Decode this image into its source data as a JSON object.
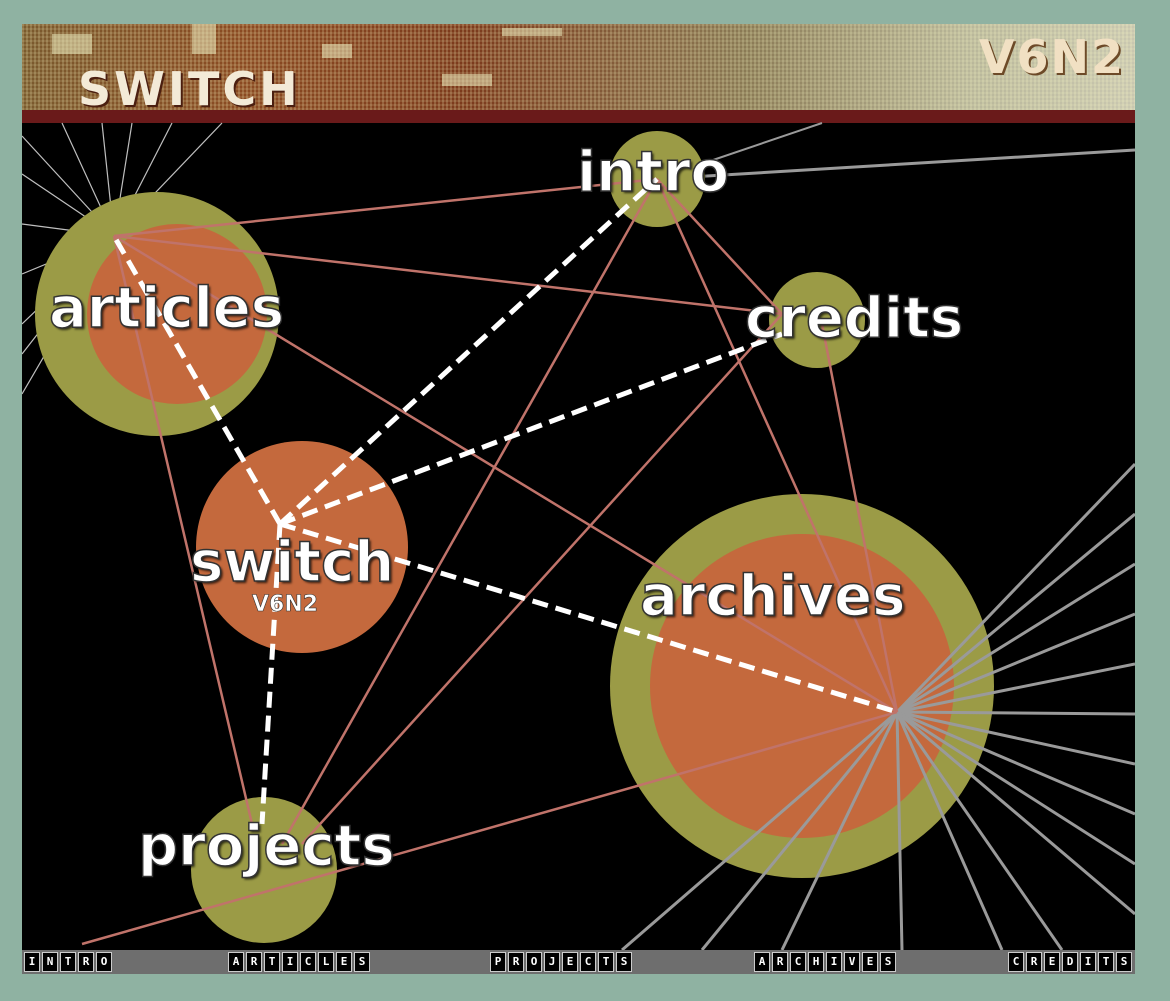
{
  "header": {
    "left_title": "SWITCH",
    "right_title": "V6N2"
  },
  "nodes": {
    "intro": {
      "label": "intro"
    },
    "articles": {
      "label": "articles"
    },
    "credits": {
      "label": "credits"
    },
    "switch": {
      "label": "switch",
      "sub": "V6N2"
    },
    "archives": {
      "label": "archives"
    },
    "projects": {
      "label": "projects"
    }
  },
  "footer": {
    "nav": [
      {
        "id": "intro",
        "label": "INTRO"
      },
      {
        "id": "articles",
        "label": "ARTICLES"
      },
      {
        "id": "projects",
        "label": "PROJECTS"
      },
      {
        "id": "archives",
        "label": "ARCHIVES"
      },
      {
        "id": "credits",
        "label": "CREDITS"
      }
    ]
  },
  "colors": {
    "background": "#8fb2a2",
    "ring": "#9b9b46",
    "core": "#c4693d",
    "edge": "#c0736a",
    "spoke": "#8a8a8a",
    "dashed": "#ffffff"
  }
}
